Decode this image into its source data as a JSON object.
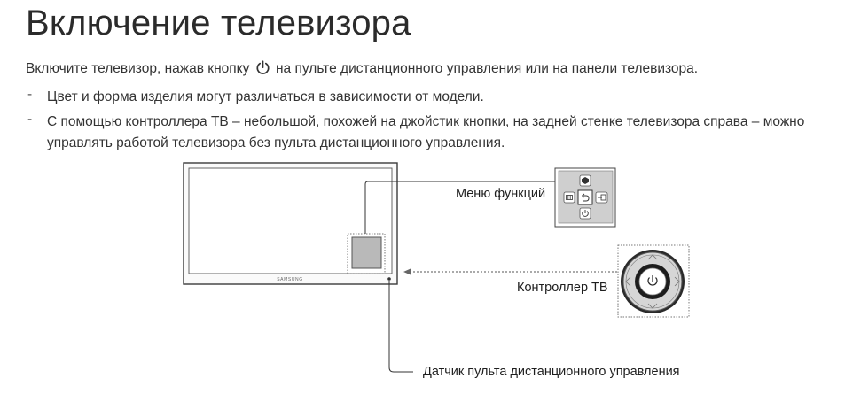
{
  "title": "Включение телевизора",
  "intro": {
    "before": "Включите телевизор, нажав кнопку",
    "icon": "power-icon",
    "after": "на пульте дистанционного управления или на панели телевизора."
  },
  "notes": [
    {
      "bullet": "-",
      "text": "Цвет и форма изделия могут различаться в зависимости от модели."
    },
    {
      "bullet": "-",
      "text": "С помощью контроллера ТВ – небольшой, похожей на джойстик кнопки, на задней стенке телевизора справа – можно управлять работой телевизора без пульта дистанционного управления."
    }
  ],
  "diagram": {
    "tv_brand": "SAMSUNG",
    "labels": {
      "function_menu": "Меню функций",
      "tv_controller": "Контроллер ТВ",
      "remote_sensor": "Датчик пульта дистанционного управления"
    },
    "icons": [
      "settings-icon",
      "source-icon",
      "return-icon",
      "menu-icon",
      "power-icon"
    ]
  }
}
